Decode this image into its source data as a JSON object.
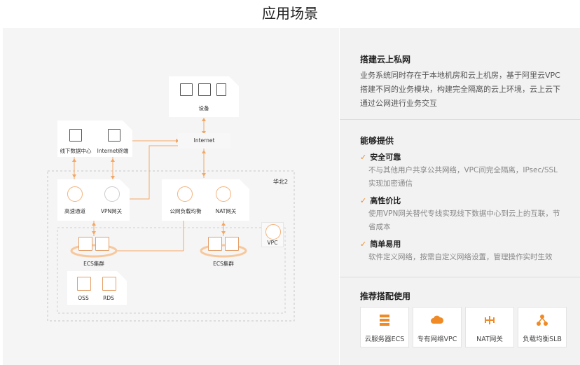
{
  "page": {
    "title": "应用场景"
  },
  "diagram": {
    "devices_label": "设备",
    "internet_label": "Internet",
    "offline_dc_label": "线下数据中心",
    "internet_terminal_label": "Internet终端",
    "region_label": "华北2",
    "high_speed_label": "高速通道",
    "vpn_gateway_label": "VPN网关",
    "slb_label": "公网负载均衡",
    "nat_label": "NAT网关",
    "vpc_label": "VPC",
    "ecs_cluster_left_label": "ECS集群",
    "ecs_cluster_right_label": "ECS集群",
    "oss_label": "OSS",
    "rds_label": "RDS"
  },
  "info": {
    "scenario_title": "搭建云上私网",
    "scenario_desc": "业务系统同时存在于本地机房和云上机房，基于阿里云VPC搭建不同的业务模块，构建完全隔离的云上环境，云上云下通过公网进行业务交互",
    "capabilities_title": "能够提供",
    "features": [
      {
        "title": "安全可靠",
        "desc": "不与其他用户共享公共网络，VPC间完全隔离，IPsec/SSL实现加密通信"
      },
      {
        "title": "高性价比",
        "desc": "使用VPN网关替代专线实现线下数据中心到云上的互联，节省成本"
      },
      {
        "title": "简单易用",
        "desc": "软件定义网络，按需自定义网络设置，管理操作实时生效"
      }
    ],
    "recommend_title": "推荐搭配使用",
    "products": [
      {
        "label": "云服务器ECS",
        "icon": "server-icon"
      },
      {
        "label": "专有网络VPC",
        "icon": "cloud-icon"
      },
      {
        "label": "NAT网关",
        "icon": "nat-icon"
      },
      {
        "label": "负载均衡SLB",
        "icon": "load-balancer-icon"
      }
    ]
  },
  "colors": {
    "accent": "#f08a24",
    "line": "#f4b27a"
  }
}
